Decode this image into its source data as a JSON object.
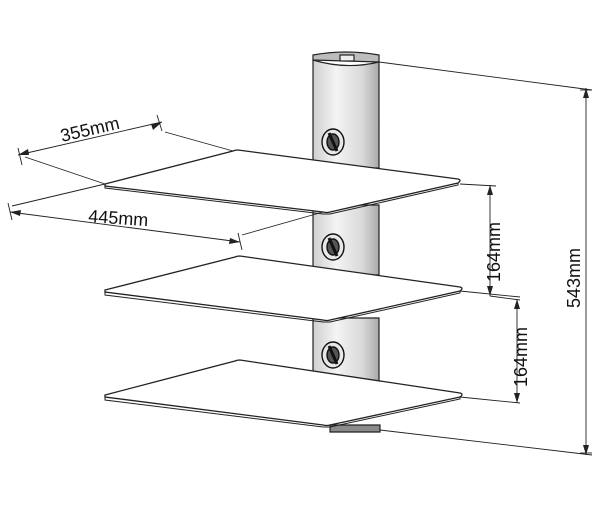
{
  "dimensions": {
    "back_depth": "355mm",
    "front_width": "445mm",
    "spacing_upper": "164mm",
    "spacing_lower": "164mm",
    "total_height": "543mm"
  }
}
